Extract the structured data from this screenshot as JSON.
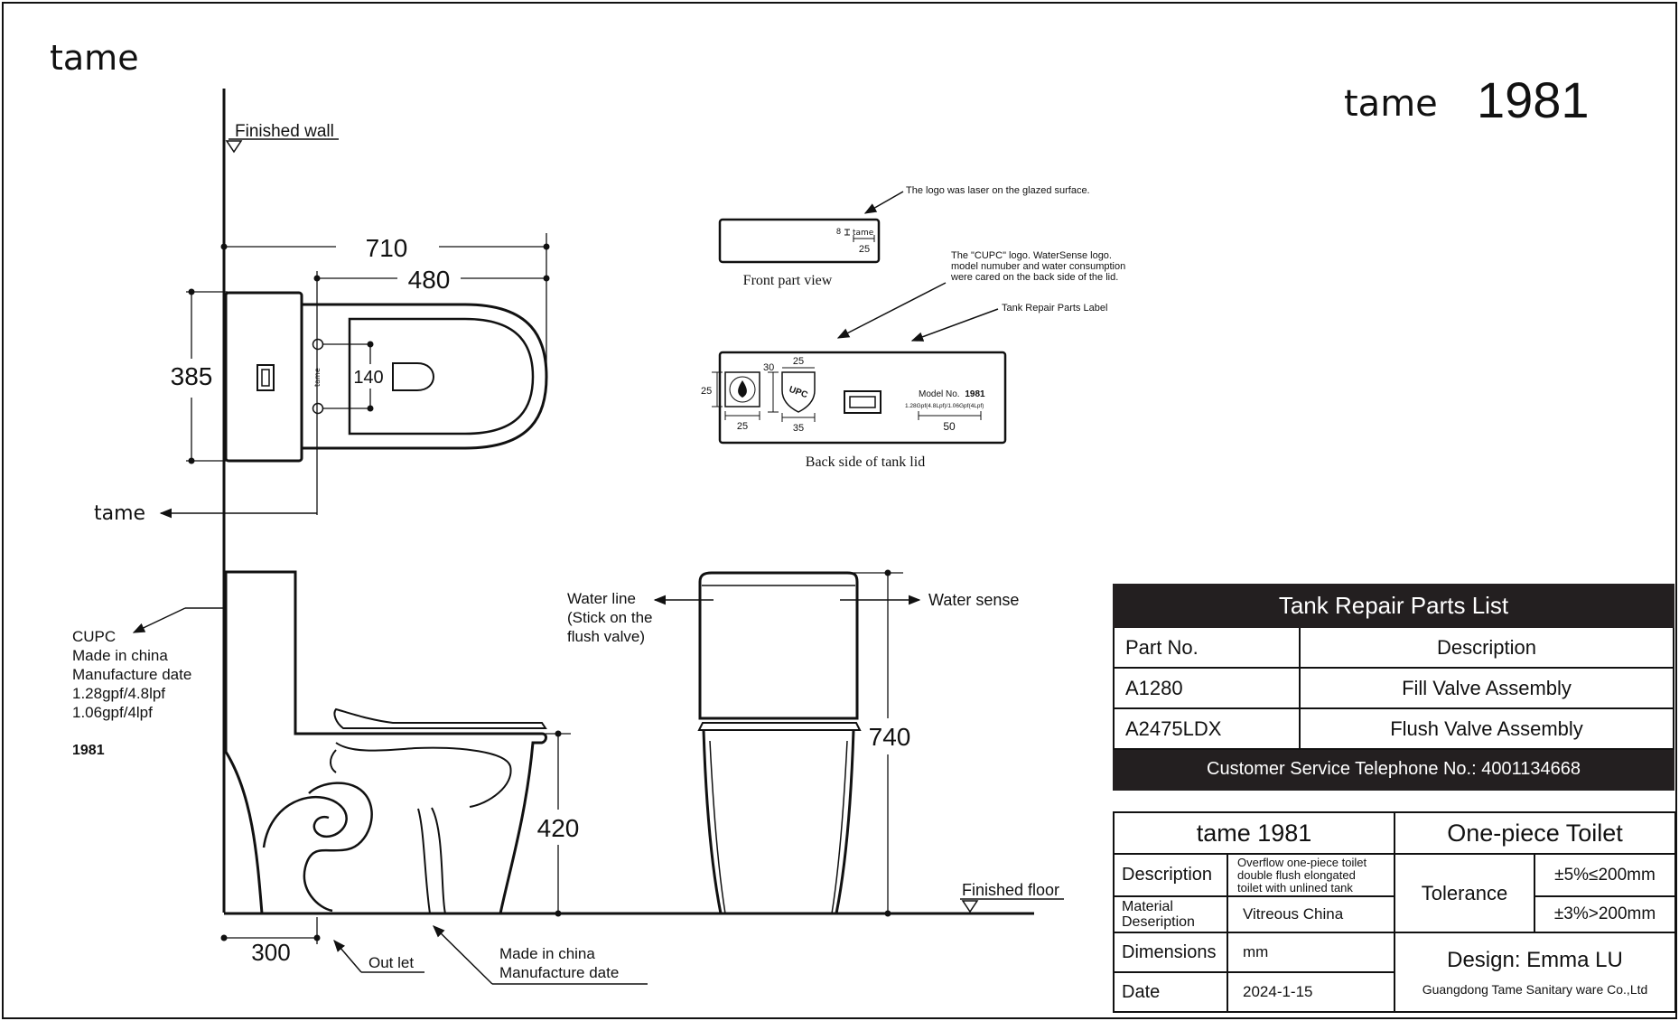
{
  "branding": {
    "logo_top_left": "tame",
    "logo_header": "tame",
    "model_header": "1981",
    "logo_arrow": "tame",
    "tank_front_text": "tame",
    "logo_small": "tame"
  },
  "top_view": {
    "finished_wall_label": "Finished wall",
    "dims": {
      "overall_length": "710",
      "bowl_length": "480",
      "width": "385",
      "bolt_spacing": "140"
    }
  },
  "lid_views": {
    "front_caption": "Front part view",
    "front_dims": {
      "height": "8",
      "width": "25"
    },
    "back_caption": "Back side of tank lid",
    "note_laser": "The logo was laser on the glazed surface.",
    "note_logos_line1": "The \"CUPC\" logo. WaterSense logo.",
    "note_logos_line2": "model numuber and water consumption",
    "note_logos_line3": "were cared on the back side of the lid.",
    "note_label": "Tank Repair Parts Label",
    "back_dims": {
      "ws_height": "25",
      "ws_width": "25",
      "upc_height": "30",
      "upc_top": "25",
      "upc_width": "35",
      "label_width": "50"
    },
    "model_text": "Model No.",
    "model_number": "1981",
    "consumption_text": "1.28Gpf(4.8Lpf)/1.06Gpf(4Lpf)",
    "upc_text": "UPC"
  },
  "side_view": {
    "cupc_block": [
      "CUPC",
      "Made in china",
      "Manufacture date",
      "1.28gpf/4.8lpf",
      "1.06gpf/4lpf"
    ],
    "model_label": "1981",
    "dims": {
      "outlet_distance": "300",
      "seat_height": "420"
    },
    "outlet_label": "Out let",
    "made_in_line1": "Made in china",
    "made_in_line2": "Manufacture date"
  },
  "front_view": {
    "water_line_label": [
      "Water line",
      "(Stick on the",
      "flush valve)"
    ],
    "water_sense_label": "Water sense",
    "dims": {
      "height": "740"
    },
    "finished_floor_label": "Finished floor"
  },
  "parts_list": {
    "title": "Tank Repair Parts List",
    "headers": [
      "Part No.",
      "Description"
    ],
    "rows": [
      {
        "part": "A1280",
        "description": "Fill Valve Assembly"
      },
      {
        "part": "A2475LDX",
        "description": "Flush Valve Assembly"
      }
    ],
    "customer_service": "Customer Service Telephone No.: 4001134668"
  },
  "spec": {
    "model": "tame 1981",
    "product_type": "One-piece Toilet",
    "description_label": "Description",
    "description_value": [
      "Overflow one-piece toilet",
      "double flush elongated",
      "toilet with unlined tank"
    ],
    "material_label": [
      "Material",
      "Deseription"
    ],
    "material_value": "Vitreous China",
    "dimensions_label": "Dimensions",
    "dimensions_value": "mm",
    "date_label": "Date",
    "date_value": "2024-1-15",
    "tolerance_label": "Tolerance",
    "tolerance_1": "±5%≤200mm",
    "tolerance_2": "±3%>200mm",
    "design": "Design: Emma LU",
    "company": "Guangdong Tame Sanitary ware Co.,Ltd"
  }
}
